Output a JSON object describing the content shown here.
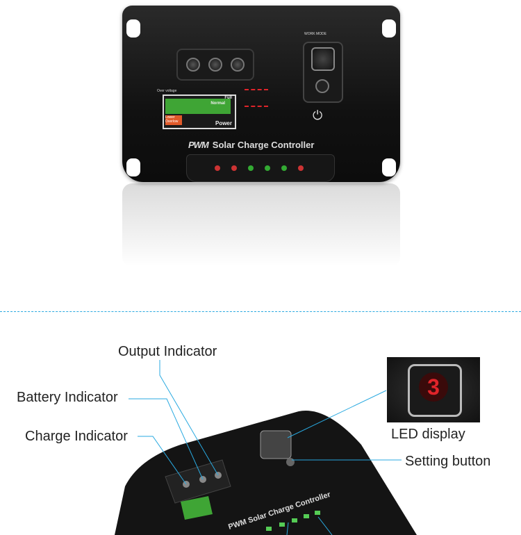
{
  "product": {
    "brand_mark": "PWM",
    "title": "Solar Charge Controller",
    "panel_labels": {
      "work_mode": "WORK MODE",
      "over_voltage": "Over voltage",
      "full": "Full",
      "normal": "Normal",
      "lower": "Lower",
      "overlow": "Overlow",
      "power": "Power"
    }
  },
  "callouts": {
    "output_indicator": "Output Indicator",
    "battery_indicator": "Battery Indicator",
    "charge_indicator": "Charge Indicator",
    "led_display": "LED display",
    "setting_button": "Setting button"
  },
  "colors": {
    "accent_line": "#29a9e0",
    "led_red": "#e0242a",
    "battery_green": "#3fa535"
  }
}
